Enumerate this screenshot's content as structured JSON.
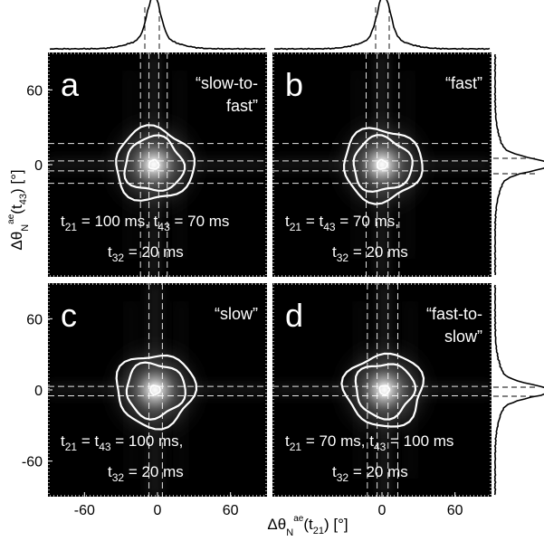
{
  "figure": {
    "y_axis_label": {
      "prefix": "Δ",
      "theta": "θ",
      "super": "ae",
      "sub": "N",
      "arg": "(t",
      "arg_sub": "43",
      "close": ")",
      "unit": " [°]"
    },
    "x_axis_label": {
      "prefix": "Δ",
      "theta": "θ",
      "super": "ae",
      "sub": "N",
      "arg": "(t",
      "arg_sub": "21",
      "close": ")",
      "unit": " [°]"
    }
  },
  "chart_data": [
    {
      "type": "heatmap",
      "panel": "a",
      "letter": "a",
      "title": "“slow-to-fast”",
      "title_lines": [
        "“slow-to-",
        "fast”"
      ],
      "x_ticks": [],
      "y_ticks": [
        "60",
        "0"
      ],
      "xlim": [
        -90,
        90
      ],
      "ylim": [
        -90,
        90
      ],
      "peak": [
        -3,
        0
      ],
      "contour_levels": [
        0.5,
        0.25
      ],
      "dashed_v": [
        -14,
        -7,
        1,
        8
      ],
      "dashed_h": [
        17,
        3,
        -5,
        -15
      ],
      "annotation": {
        "line1": {
          "p1": "t",
          "s1": "21",
          "p2": " = 100 ms, t",
          "s2": "43",
          "p3": " = 70 ms"
        },
        "line2": {
          "p1": "t",
          "s1": "32",
          "p2": " = 20 ms"
        }
      }
    },
    {
      "type": "heatmap",
      "panel": "b",
      "letter": "b",
      "title": "“fast”",
      "title_lines": [
        "“fast”"
      ],
      "x_ticks": [],
      "y_ticks": [],
      "xlim": [
        -90,
        90
      ],
      "ylim": [
        -90,
        90
      ],
      "peak": [
        0,
        0
      ],
      "contour_levels": [
        0.5,
        0.25
      ],
      "dashed_v": [
        -13,
        -4,
        5,
        14
      ],
      "dashed_h": [
        17,
        3,
        -5,
        -15
      ],
      "annotation": {
        "line1": {
          "p1": "t",
          "s1": "21",
          "p2": " = t",
          "s2": "43",
          "p3": " = 70 ms,"
        },
        "line2": {
          "p1": "t",
          "s1": "32",
          "p2": " = 20 ms"
        }
      }
    },
    {
      "type": "heatmap",
      "panel": "c",
      "letter": "c",
      "title": "“slow”",
      "title_lines": [
        "“slow”"
      ],
      "x_ticks": [
        "-60",
        "0",
        "60"
      ],
      "y_ticks": [
        "60",
        "0",
        "-60"
      ],
      "xlim": [
        -90,
        90
      ],
      "ylim": [
        -90,
        90
      ],
      "peak": [
        -2,
        0
      ],
      "contour_levels": [
        0.5,
        0.25
      ],
      "dashed_v": [
        -7,
        4
      ],
      "dashed_h": [
        3,
        -5
      ],
      "annotation": {
        "line1": {
          "p1": "t",
          "s1": "21",
          "p2": " = t",
          "s2": "43",
          "p3": " = 100 ms,"
        },
        "line2": {
          "p1": "t",
          "s1": "32",
          "p2": " = 20 ms"
        }
      }
    },
    {
      "type": "heatmap",
      "panel": "d",
      "letter": "d",
      "title": "“fast-to-slow”",
      "title_lines": [
        "“fast-to-",
        "slow”"
      ],
      "x_ticks": [
        "0",
        "60"
      ],
      "y_ticks": [],
      "xlim": [
        -90,
        90
      ],
      "ylim": [
        -90,
        90
      ],
      "peak": [
        2,
        0
      ],
      "contour_levels": [
        0.5,
        0.25
      ],
      "dashed_v": [
        -12,
        -4,
        5,
        13
      ],
      "dashed_h": [
        3,
        -5
      ],
      "annotation": {
        "line1": {
          "p1": "t",
          "s1": "21",
          "p2": " = 70 ms, t",
          "s2": "43",
          "p3": " = 100 ms"
        },
        "line2": {
          "p1": "t",
          "s1": "32",
          "p2": " = 20 ms"
        }
      }
    }
  ]
}
